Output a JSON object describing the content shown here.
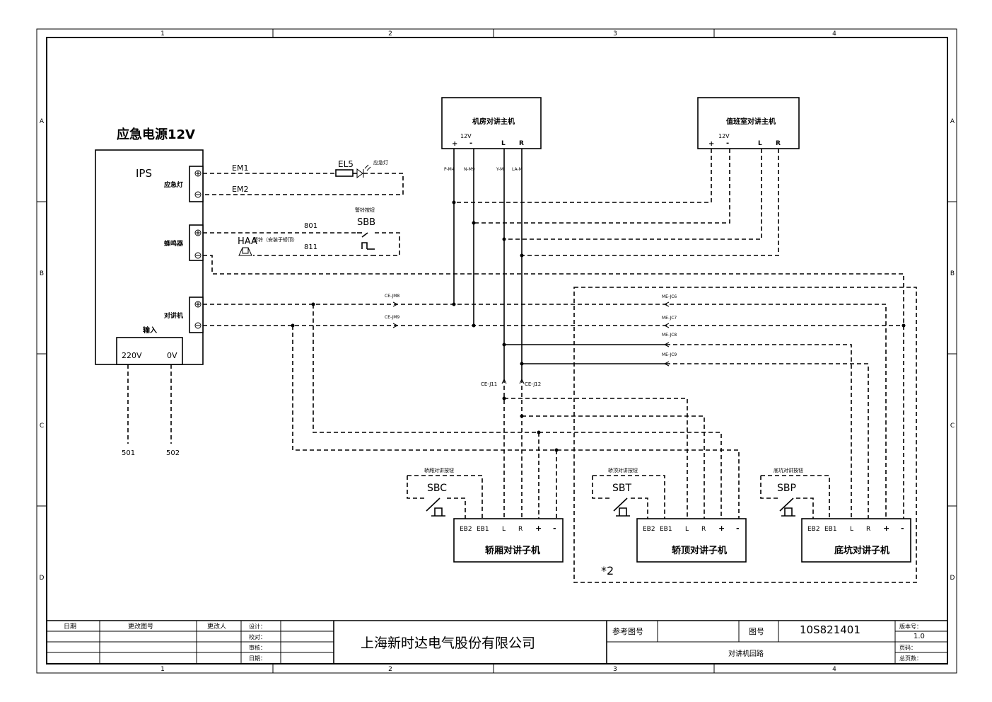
{
  "frame": {
    "columns": [
      "1",
      "2",
      "3",
      "4"
    ],
    "rows": [
      "A",
      "B",
      "C",
      "D"
    ]
  },
  "ips": {
    "title": "应急电源12V",
    "label": "IPS",
    "emergency_light": "应急灯",
    "buzzer": "蜂鸣器",
    "intercom": "对讲机",
    "input_title": "输入",
    "input_220": "220V",
    "input_0": "0V",
    "term_501": "501",
    "term_502": "502"
  },
  "wires": {
    "em1": "EM1",
    "em2": "EM2",
    "el5": "EL5",
    "el5_note": "应急灯",
    "w801": "801",
    "w811": "811",
    "haa": "HAA",
    "haa_note": "警铃（安装于轿顶）",
    "sbb_note": "警铃按钮",
    "sbb": "SBB",
    "ce_jm8": "CE-JM8",
    "ce_jm9": "CE-JM9",
    "me_jc6": "ME-JC6",
    "me_jc7": "ME-JC7",
    "me_jc8": "ME-JC8",
    "me_jc9": "ME-JC9",
    "ce_j11": "CE-J11",
    "ce_j12": "CE-J12",
    "p_m4": "P-M4",
    "n_m9": "N-M9",
    "y_m": "Y-M",
    "la_m": "LA-M"
  },
  "machine_room_host": {
    "title": "机房对讲主机",
    "v12": "12V",
    "plus": "+",
    "minus": "-",
    "l": "L",
    "r": "R"
  },
  "duty_room_host": {
    "title": "值班室对讲主机",
    "v12": "12V",
    "plus": "+",
    "minus": "-",
    "l": "L",
    "r": "R"
  },
  "sub_units": [
    {
      "title": "轿厢对讲子机",
      "btn_note": "轿厢对讲按钮",
      "btn": "SBC"
    },
    {
      "title": "轿顶对讲子机",
      "btn_note": "轿顶对讲按钮",
      "btn": "SBT"
    },
    {
      "title": "底坑对讲子机",
      "btn_note": "底坑对讲按钮",
      "btn": "SBP"
    }
  ],
  "sub_terms": [
    "EB2",
    "EB1",
    "L",
    "R",
    "+",
    "-"
  ],
  "note_star": "*2",
  "title_block": {
    "h_date": "日期",
    "h_change": "更改图号",
    "h_changer": "更改人",
    "design": "设计：",
    "check": "校对：",
    "review": "审核：",
    "date": "日期：",
    "company": "上海新时达电气股份有限公司",
    "ref_label": "参考图号",
    "dwg_label": "图号",
    "dwg_no": "10S821401",
    "ver_label": "版本号：",
    "ver": "1.0",
    "sheet_title": "对讲机回路",
    "page_label": "页码：",
    "total_label": "总页数："
  }
}
